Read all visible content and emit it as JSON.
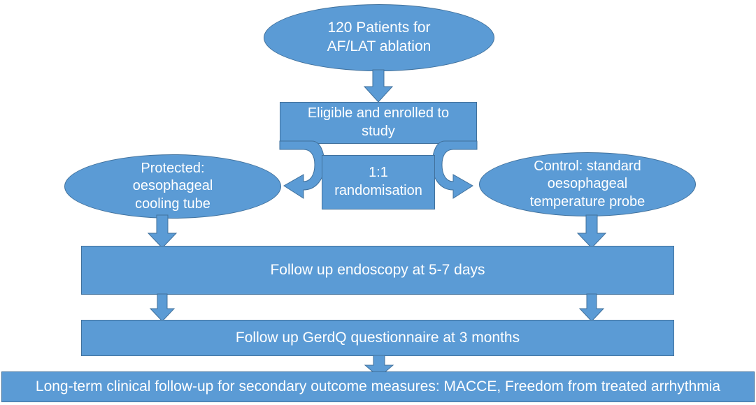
{
  "diagram": {
    "title": "Randomised controlled trial flow diagram",
    "type": "flowchart",
    "colors": {
      "node_fill": "#5B9BD5",
      "node_border": "#41719C",
      "node_text": "#FFFFFF",
      "background": "#FFFFFF"
    },
    "nodes": [
      {
        "id": "enrolment",
        "shape": "ellipse",
        "label": "120 Patients for\nAF/LAT ablation"
      },
      {
        "id": "eligible",
        "shape": "rectangle",
        "label": "Eligible and enrolled to\nstudy"
      },
      {
        "id": "randomisation",
        "shape": "rectangle",
        "label": "1:1\nrandomisation"
      },
      {
        "id": "protected-arm",
        "shape": "ellipse",
        "label": "Protected:\noesophageal\ncooling tube"
      },
      {
        "id": "control-arm",
        "shape": "ellipse",
        "label": "Control: standard\noesophageal\ntemperature probe"
      },
      {
        "id": "endoscopy",
        "shape": "rectangle",
        "label": "Follow up endoscopy at 5-7 days"
      },
      {
        "id": "gerdq",
        "shape": "rectangle",
        "label": "Follow up GerdQ questionnaire at 3 months"
      },
      {
        "id": "long-term",
        "shape": "rectangle",
        "label": "Long-term clinical follow-up for secondary outcome measures: MACCE, Freedom from treated arrhythmia"
      }
    ],
    "connectors": [
      {
        "id": "enrolment-to-eligible",
        "kind": "down-arrow",
        "from": "enrolment",
        "to": "eligible"
      },
      {
        "id": "eligible-to-protected",
        "kind": "curved-arrow-left",
        "from": "eligible",
        "to": "protected-arm"
      },
      {
        "id": "eligible-to-control",
        "kind": "curved-arrow-right",
        "from": "eligible",
        "to": "control-arm"
      },
      {
        "id": "protected-to-endoscopy",
        "kind": "down-arrow",
        "from": "protected-arm",
        "to": "endoscopy"
      },
      {
        "id": "control-to-endoscopy",
        "kind": "down-arrow",
        "from": "control-arm",
        "to": "endoscopy"
      },
      {
        "id": "endoscopy-to-gerdq-left",
        "kind": "down-arrow",
        "from": "endoscopy",
        "to": "gerdq"
      },
      {
        "id": "endoscopy-to-gerdq-right",
        "kind": "down-arrow",
        "from": "endoscopy",
        "to": "gerdq"
      },
      {
        "id": "gerdq-to-long-term",
        "kind": "down-arrow",
        "from": "gerdq",
        "to": "long-term"
      }
    ]
  }
}
